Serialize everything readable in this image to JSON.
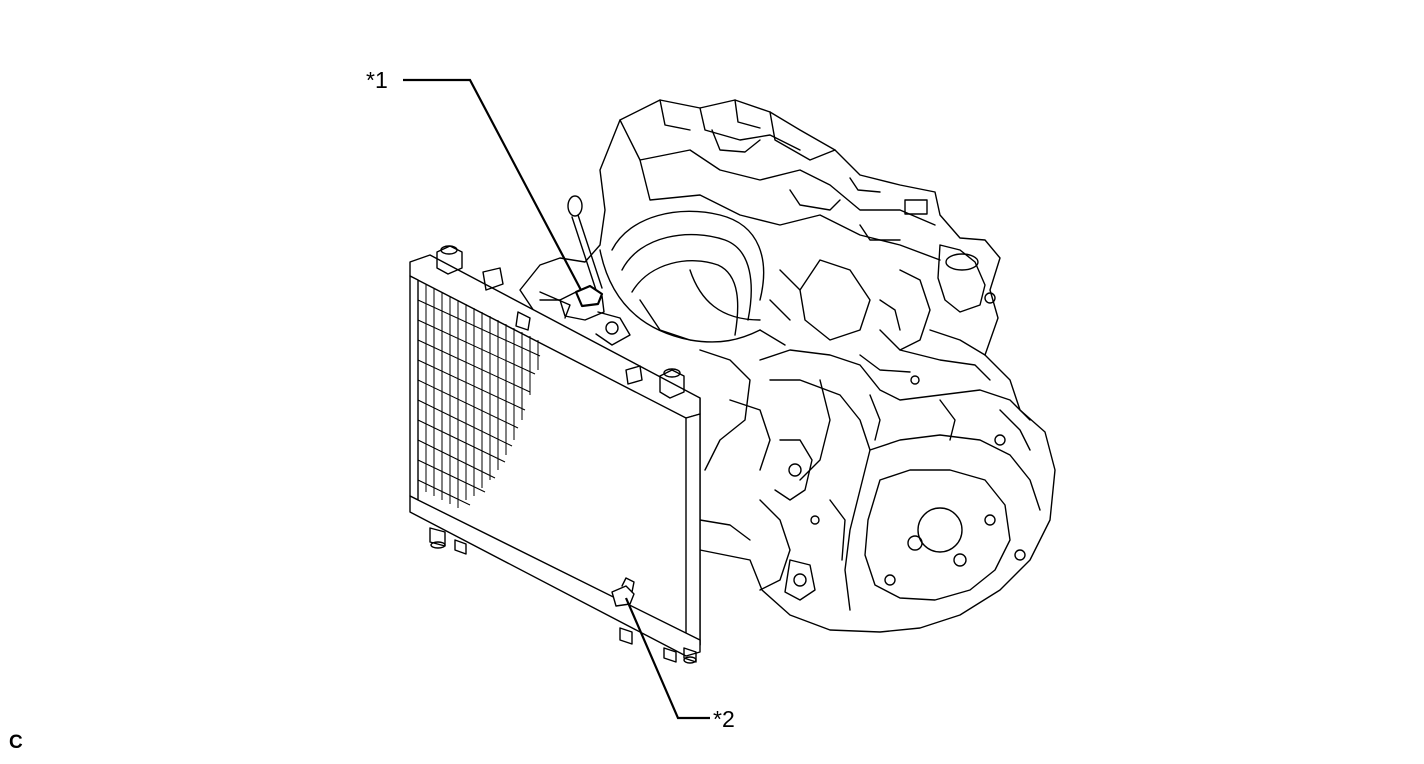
{
  "callouts": [
    {
      "id": "1",
      "text": "*1"
    },
    {
      "id": "2",
      "text": "*2"
    }
  ],
  "corner_mark": "C",
  "colors": {
    "ink": "#000000",
    "background": "#ffffff"
  }
}
